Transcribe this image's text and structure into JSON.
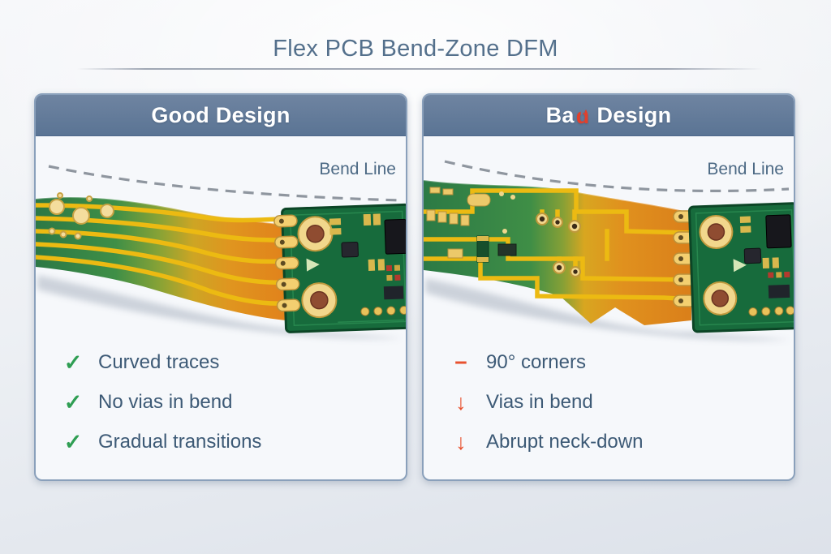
{
  "page": {
    "title": "Flex PCB Bend-Zone DFM"
  },
  "panels": {
    "good": {
      "header": {
        "text": "Good Design"
      },
      "illustration": {
        "bend_line_label": "Bend Line"
      },
      "checklist": [
        {
          "icon": "check-icon",
          "glyph": "✓",
          "label": "Curved traces"
        },
        {
          "icon": "check-icon",
          "glyph": "✓",
          "label": "No vias in bend"
        },
        {
          "icon": "check-icon",
          "glyph": "✓",
          "label": "Gradual transitions"
        }
      ],
      "accent_color": "#2f9e53"
    },
    "bad": {
      "header": {
        "prefix": "Ba",
        "broken_letter": "d",
        "suffix": "Design"
      },
      "illustration": {
        "bend_line_label": "Bend Line"
      },
      "checklist": [
        {
          "icon": "minus-icon",
          "glyph": "−",
          "label": "90° corners"
        },
        {
          "icon": "down-arrow-icon",
          "glyph": "↓",
          "label": "Vias in bend"
        },
        {
          "icon": "down-arrow-icon",
          "glyph": "↓",
          "label": "Abrupt neck-down"
        }
      ],
      "accent_color": "#e8512e"
    }
  },
  "colors": {
    "header_bg": "#64809f",
    "card_border": "#8aa0bb",
    "title_text": "#54708c",
    "body_text": "#3d5a76",
    "flex_green": "#2f8047",
    "flex_orange": "#e0901d",
    "trace_gold": "#e9b91b",
    "board_green": "#176b3c"
  }
}
